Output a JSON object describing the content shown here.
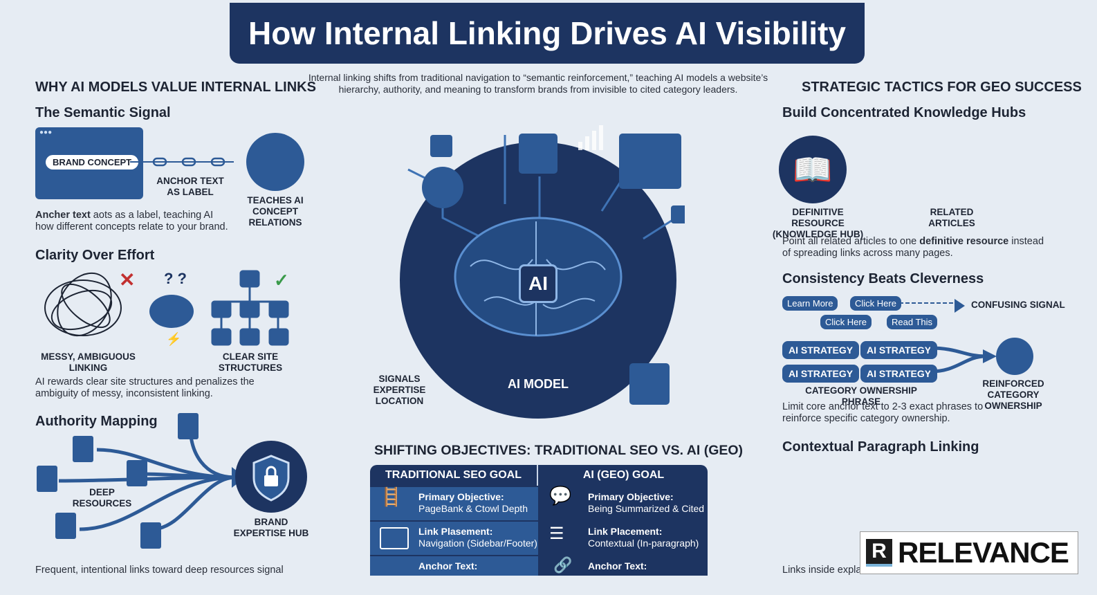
{
  "title": "How Internal Linking Drives AI Visibility",
  "intro": "Internal linking shifts from traditional navigation to “semantic reinforcement,” teaching AI models a website’s hierarchy, authority, and meaning to transform brands from invisible to cited category leaders.",
  "left": {
    "heading": "WHY AI MODELS VALUE INTERNAL LINKS",
    "semantic": {
      "title": "The Semantic Signal",
      "chip": "BRAND CONCEPT",
      "anchor_label": "ANCHOR TEXT AS LABEL",
      "teaches_label": "TEACHES AI CONCEPT RELATIONS",
      "body_bold": "Ancher text",
      "body": " aots as a label, teaching AI how different concepts relate to your brand."
    },
    "clarity": {
      "title": "Clarity Over Effort",
      "messy_label": "MESSY, AMBIGUOUS LINKING",
      "clear_label": "CLEAR SITE STRUCTURES",
      "body": "AI rewards clear site structures and penalizes the ambiguity of messy, inconsistent linking."
    },
    "authority": {
      "title": "Authority Mapping",
      "deep_label": "DEEP RESOURCES",
      "hub_label": "BRAND EXPERTISE HUB",
      "body": "Frequent, intentional links toward deep resources signal"
    }
  },
  "center": {
    "ai_badge": "AI",
    "model_label": "AI MODEL",
    "signals_label": "SIGNALS EXPERTISE LOCATION",
    "table": {
      "heading": "SHIFTING OBJECTIVES: TRADITIONAL SEO VS. AI (GEO)",
      "columns": [
        "TRADITIONAL SEO GOAL",
        "AI (GEO) GOAL"
      ],
      "rows": [
        {
          "seo_label": "Primary Objective:",
          "seo_value": "PageBank & Ctowl Depth",
          "geo_label": "Primary Objective:",
          "geo_value": "Being Summarized & Cited"
        },
        {
          "seo_label": "Link Plasement:",
          "seo_value": "Navigation (Sidebar/Footer)",
          "geo_label": "Link Placement:",
          "geo_value": "Contextual (In-paragraph)"
        },
        {
          "seo_label": "Anchor Text:",
          "seo_value": "",
          "geo_label": "Anchor Text:",
          "geo_value": ""
        }
      ]
    }
  },
  "right": {
    "heading": "STRATEGIC TACTICS FOR GEO SUCCESS",
    "hubs": {
      "title": "Build Concentrated Knowledge Hubs",
      "definitive_label": "DEFINITIVE RESOURCE (KNOWLEDGE HUB)",
      "related_label": "RELATED ARTICLES",
      "body_pre": "Point all related articles to one ",
      "body_bold": "definitive resource",
      "body_post": " instead of spreading links across many pages."
    },
    "consistency": {
      "title": "Consistency Beats Cleverness",
      "messy_pills": [
        "Learn More",
        "Click Here",
        "Click Here",
        "Read This"
      ],
      "confusing_label": "CONFUSING SIGNAL",
      "strategy_pill": "AI STRATEGY",
      "phrase_label": "CATEGORY OWNERSHIP PHRASE",
      "reinforced_label": "REINFORCED CATEGORY OWNERSHIP",
      "body": "Limit core anchor text to 2-3 exact phrases to reinforce specific category ownership."
    },
    "contextual": {
      "title": "Contextual Paragraph Linking",
      "body": "Links inside expla"
    }
  },
  "brand": {
    "logo_text": "RELEVANCE",
    "logo_mark": "R"
  },
  "colors": {
    "navy": "#1d3461",
    "blue": "#2d5a96",
    "bg": "#e6ecf3"
  }
}
